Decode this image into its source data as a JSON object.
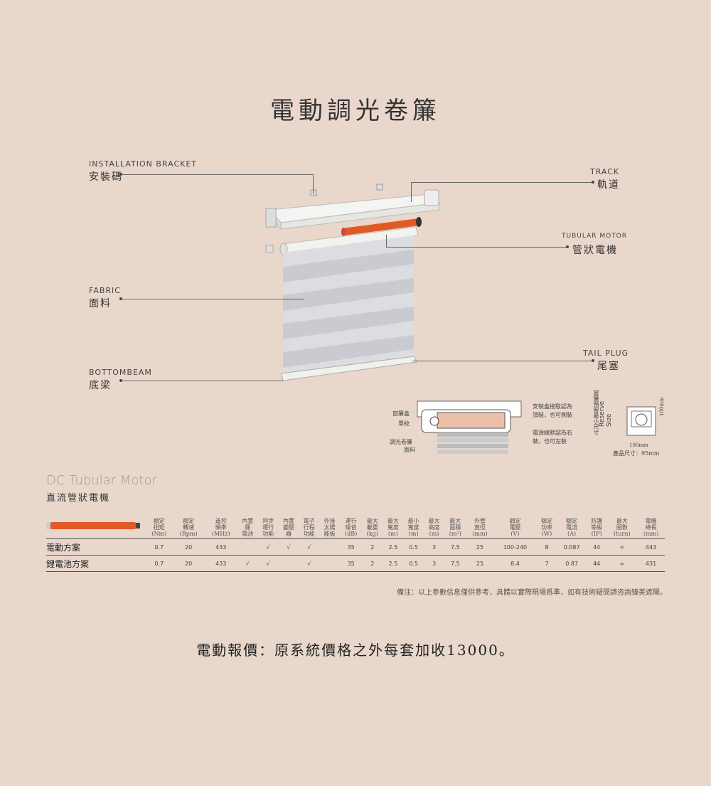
{
  "title": "電動調光卷簾",
  "diagram": {
    "labels": {
      "installation_bracket_en": "INSTALLATION BRACKET",
      "installation_bracket_zh": "安裝碼",
      "track_en": "TRACK",
      "track_zh": "軌道",
      "tubular_motor_en": "TUBULAR MOTOR",
      "tubular_motor_zh": "管狀電機",
      "fabric_en": "FABRIC",
      "fabric_zh": "面料",
      "tail_plug_en": "TAIL PLUG",
      "tail_plug_zh": "尾塞",
      "bottombeam_en": "BOTTOMBEAM",
      "bottombeam_zh": "底梁"
    },
    "section": {
      "curtain_box": "窗簾盒",
      "groove": "單紋",
      "blind_fabric_line1": "調光卷簾",
      "blind_fabric_line2": "面料",
      "note_right_1a": "安裝盒接駁認為",
      "note_right_1b": "頂裝，也可側裝",
      "note_right_2a": "電源線默認為右",
      "note_right_2b": "裝，也可左裝"
    },
    "reserve": {
      "vertical_zh": "窗簾預留最小尺寸",
      "vertical_en1": "Reserve",
      "vertical_en2": "Size",
      "dim_h": "100mm",
      "dim_w": "100mm",
      "product_size": "產品尺寸：95mm"
    }
  },
  "motor": {
    "title_en": "DC Tubular Motor",
    "title_zh": "直流管狀電機"
  },
  "table": {
    "headers": [
      [
        "額定",
        "扭矩",
        "(Nm)"
      ],
      [
        "額定",
        "轉速",
        "(Rpm)"
      ],
      [
        "遙控",
        "頻率",
        "(MHz)"
      ],
      [
        "內置",
        "鋰",
        "電池"
      ],
      [
        "同步",
        "運行",
        "功能"
      ],
      [
        "內置",
        "變壓",
        "器"
      ],
      [
        "電子",
        "行程",
        "功能"
      ],
      [
        "外接",
        "太陽",
        "能板"
      ],
      [
        "運行",
        "噪音",
        "(dB)"
      ],
      [
        "最大",
        "載重",
        "(kg)"
      ],
      [
        "最大",
        "寬度",
        "(m)"
      ],
      [
        "最小",
        "寬度",
        "(m)"
      ],
      [
        "最大",
        "高度",
        "(m)"
      ],
      [
        "最大",
        "面積",
        "(m²)"
      ],
      [
        "外管",
        "直徑",
        "(mm)"
      ],
      [
        "額定",
        "電壓",
        "(V)"
      ],
      [
        "額定",
        "功率",
        "(W)"
      ],
      [
        "額定",
        "電流",
        "(A)"
      ],
      [
        "防護",
        "等級",
        "(IP)"
      ],
      [
        "最大",
        "圈數",
        "(turn)"
      ],
      [
        "電機",
        "總長",
        "(mm)"
      ]
    ],
    "rows": [
      {
        "name": "電動方案",
        "cells": [
          "0.7",
          "20",
          "433",
          "",
          "√",
          "√",
          "√",
          "",
          "35",
          "2",
          "2.5",
          "0.5",
          "3",
          "7.5",
          "25",
          "100-240",
          "8",
          "0.087",
          "44",
          "∞",
          "443"
        ]
      },
      {
        "name": "鋰電池方案",
        "cells": [
          "0.7",
          "20",
          "433",
          "√",
          "√",
          "",
          "√",
          "",
          "35",
          "2",
          "2.5",
          "0.5",
          "3",
          "7.5",
          "25",
          "8.4",
          "7",
          "0.87",
          "44",
          "∞",
          "431"
        ]
      }
    ]
  },
  "note": "備注：以上參數信息僅供參考，具體以實際現場爲準，如有技術疑問請咨詢臻美遮陽。",
  "price": "電動報價：原系統價格之外每套加收13000。"
}
